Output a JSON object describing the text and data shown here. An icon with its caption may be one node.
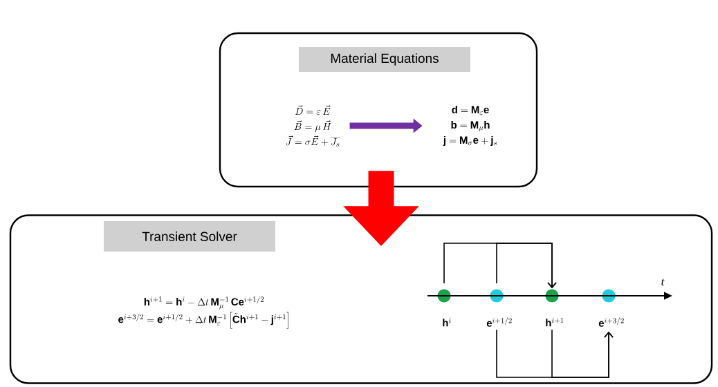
{
  "diagram": {
    "nodes": [
      {
        "text": [],
        "shape": "box"
      },
      {
        "text": [
          "Material Equations"
        ],
        "in": 0
      },
      {
        "text": [
          "\\vec{D} = \\varepsilon\\,\\vec{E}",
          "\\vec{B} = \\mu\\,\\vec{H}",
          "\\vec{J} = \\sigma\\vec{E} + \\overline{J_s}"
        ],
        "in": 0
      },
      {
        "text": [
          "\\mathbf{d} = \\mathbf{M}_{\\varepsilon}\\mathbf{e}",
          "\\mathbf{b} = \\mathbf{M}_{\\mu}\\mathbf{h}",
          "\\mathbf{j} = \\mathbf{M}_{\\sigma}\\mathbf{e} + \\mathbf{j}_s"
        ],
        "in": 0
      },
      {
        "text": [],
        "shape": "box"
      },
      {
        "text": [
          "Transient Solver"
        ],
        "in": 4
      },
      {
        "text": [
          "\\mathbf{h}^{i+1} = \\mathbf{h}^{i} - \\Delta t\\,\\mathbf{M}_{\\mu}^{-1}\\,\\mathbf{C}\\mathbf{e}^{i+1/2}",
          "\\mathbf{e}^{i+3/2} = \\mathbf{e}^{i+1/2} + \\Delta t\\,\\mathbf{M}_{\\varepsilon}^{-1}\\left[\\tilde{\\mathbf{C}}\\mathbf{h}^{i+1} - \\mathbf{j}^{i+1}\\right]"
        ],
        "in": 4
      },
      {
        "text": [],
        "shape": "circle",
        "in": 4,
        "beside": [
          "\\mathbf{h}^{i}"
        ]
      },
      {
        "text": [],
        "shape": "circle",
        "in": 4,
        "beside": [
          "\\mathbf{e}^{i+1/2}"
        ]
      },
      {
        "text": [],
        "shape": "circle",
        "in": 4,
        "beside": [
          "\\mathbf{h}^{i+1}"
        ]
      },
      {
        "text": [],
        "shape": "circle",
        "in": 4,
        "beside": [
          "\\mathbf{e}^{i+3/2}"
        ]
      }
    ],
    "edges": [
      {
        "from": 2,
        "to": 3,
        "arrow": "to",
        "style": "thick",
        "color": "#7030a0"
      },
      {
        "from": 0,
        "to": 4,
        "arrow": "to",
        "style": "thick",
        "color": "#ff0000"
      },
      {
        "from": 7,
        "to": 9,
        "arrow": "to"
      },
      {
        "from": 8,
        "to": 9,
        "arrow": "to"
      },
      {
        "from": 8,
        "to": 10,
        "arrow": "to"
      },
      {
        "from": 9,
        "to": 10,
        "arrow": "to"
      }
    ],
    "labels": [
      "t"
    ]
  }
}
